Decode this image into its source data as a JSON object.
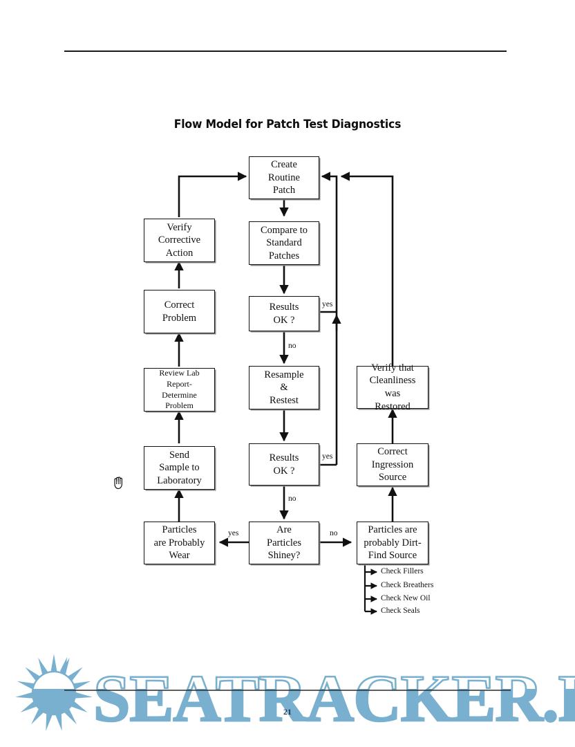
{
  "document": {
    "title": "Flow Model for Patch Test Diagnostics",
    "page_number": "21"
  },
  "watermark": {
    "text": "SEATRACKER.RU",
    "logo": "sun-icon",
    "color": "#79b0d0"
  },
  "cursor": {
    "type": "grab-hand-cursor"
  },
  "chart_data": {
    "type": "diagram",
    "title": "Flow Model for Patch Test Diagnostics",
    "nodes": [
      {
        "id": "create-routine-patch",
        "label": "Create\nRoutine\nPatch"
      },
      {
        "id": "compare-to-standard",
        "label": "Compare to\nStandard\nPatches"
      },
      {
        "id": "results-ok-1",
        "label": "Results\nOK ?"
      },
      {
        "id": "resample-restest",
        "label": "Resample\n&\nRestest"
      },
      {
        "id": "results-ok-2",
        "label": "Results\nOK ?"
      },
      {
        "id": "are-particles-shiney",
        "label": "Are\nParticles\nShiney?"
      },
      {
        "id": "particles-wear",
        "label": "Particles\nare Probably\nWear"
      },
      {
        "id": "send-sample-lab",
        "label": "Send\nSample to\nLaboratory"
      },
      {
        "id": "review-lab-report",
        "label": "Review Lab\nReport- Determine\nProblem"
      },
      {
        "id": "correct-problem",
        "label": "Correct\nProblem"
      },
      {
        "id": "verify-corrective-action",
        "label": "Verify\nCorrective\nAction"
      },
      {
        "id": "particles-dirt",
        "label": "Particles are\nprobably Dirt-\nFind Source"
      },
      {
        "id": "correct-ingression",
        "label": "Correct\nIngression\nSource"
      },
      {
        "id": "verify-cleanliness",
        "label": "Verify that\nCleanliness was\nRestored"
      }
    ],
    "edge_labels": [
      {
        "id": "results-ok-1-yes",
        "label": "yes"
      },
      {
        "id": "results-ok-1-no",
        "label": "no"
      },
      {
        "id": "results-ok-2-yes",
        "label": "yes"
      },
      {
        "id": "results-ok-2-no",
        "label": "no"
      },
      {
        "id": "shiney-yes",
        "label": "yes"
      },
      {
        "id": "shiney-no",
        "label": "no"
      }
    ],
    "checklist": [
      "Check Fillers",
      "Check Breathers",
      "Check New Oil",
      "Check Seals"
    ]
  },
  "nodes": {
    "create_routine_patch": {
      "line1": "Create",
      "line2": "Routine",
      "line3": "Patch"
    },
    "compare_to_standard": {
      "line1": "Compare to",
      "line2": "Standard",
      "line3": "Patches"
    },
    "results_ok_1": {
      "line1": "Results",
      "line2": "OK ?"
    },
    "resample_restest": {
      "line1": "Resample",
      "line2": "&",
      "line3": "Restest"
    },
    "results_ok_2": {
      "line1": "Results",
      "line2": "OK ?"
    },
    "are_particles_shiney": {
      "line1": "Are",
      "line2": "Particles",
      "line3": "Shiney?"
    },
    "particles_wear": {
      "line1": "Particles",
      "line2": "are Probably",
      "line3": "Wear"
    },
    "send_sample_lab": {
      "line1": "Send",
      "line2": "Sample to",
      "line3": "Laboratory"
    },
    "review_lab_report": {
      "line1": "Review Lab",
      "line2": "Report- Determine",
      "line3": "Problem"
    },
    "correct_problem": {
      "line1": "Correct",
      "line2": "Problem"
    },
    "verify_corrective_action": {
      "line1": "Verify",
      "line2": "Corrective",
      "line3": "Action"
    },
    "particles_dirt": {
      "line1": "Particles are",
      "line2": "probably Dirt-",
      "line3": "Find Source"
    },
    "correct_ingression": {
      "line1": "Correct",
      "line2": "Ingression",
      "line3": "Source"
    },
    "verify_cleanliness": {
      "line1": "Verify that",
      "line2": "Cleanliness was",
      "line3": "Restored"
    }
  },
  "labels": {
    "yes_1": "yes",
    "no_1": "no",
    "yes_2": "yes",
    "no_2": "no",
    "yes_shiney": "yes",
    "no_shiney": "no"
  },
  "checklist": {
    "item0": "Check Fillers",
    "item1": "Check Breathers",
    "item2": "Check New Oil",
    "item3": "Check Seals"
  }
}
